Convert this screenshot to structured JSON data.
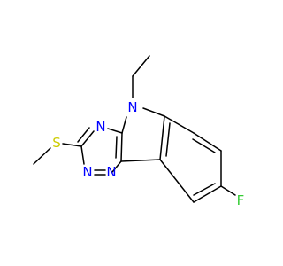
{
  "molecule": {
    "atoms": {
      "n_ethyl": {
        "symbol": "N",
        "color": "#0000FF"
      },
      "n_triazine_top": {
        "symbol": "N",
        "color": "#0000FF"
      },
      "n_triazine_bottom_left": {
        "symbol": "N",
        "color": "#0000FF"
      },
      "n_triazine_bottom_right": {
        "symbol": "N",
        "color": "#0000FF"
      },
      "sulfur": {
        "symbol": "S",
        "color": "#CCCC00"
      },
      "fluorine": {
        "symbol": "F",
        "color": "#33CC33"
      }
    },
    "bond_color": "#000000"
  }
}
